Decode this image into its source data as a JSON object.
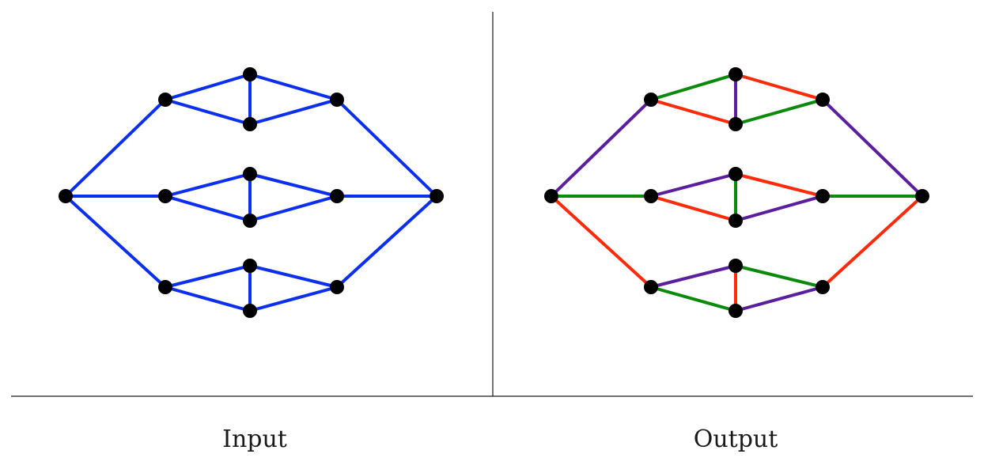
{
  "captions": {
    "input": "Input",
    "output": "Output"
  },
  "colors": {
    "input_edge": "#0a2ff0",
    "red": "#ff2a0a",
    "green": "#0a8a0a",
    "purple": "#5a1e9e",
    "node": "#000000",
    "divider": "#1a1a1a"
  },
  "graph": {
    "nodes": [
      "L",
      "R",
      "A1",
      "B1",
      "C1",
      "D1",
      "A2",
      "B2",
      "C2",
      "D2",
      "A3",
      "B3",
      "C3",
      "D3"
    ],
    "edges": [
      {
        "from": "L",
        "to": "A1",
        "output_color": "purple"
      },
      {
        "from": "L",
        "to": "A2",
        "output_color": "green"
      },
      {
        "from": "L",
        "to": "A3",
        "output_color": "red"
      },
      {
        "from": "A1",
        "to": "B1",
        "output_color": "green"
      },
      {
        "from": "A1",
        "to": "C1",
        "output_color": "red"
      },
      {
        "from": "B1",
        "to": "C1",
        "output_color": "purple"
      },
      {
        "from": "B1",
        "to": "D1",
        "output_color": "red"
      },
      {
        "from": "C1",
        "to": "D1",
        "output_color": "green"
      },
      {
        "from": "D1",
        "to": "R",
        "output_color": "purple"
      },
      {
        "from": "A2",
        "to": "B2",
        "output_color": "purple"
      },
      {
        "from": "A2",
        "to": "C2",
        "output_color": "red"
      },
      {
        "from": "B2",
        "to": "C2",
        "output_color": "green"
      },
      {
        "from": "B2",
        "to": "D2",
        "output_color": "red"
      },
      {
        "from": "C2",
        "to": "D2",
        "output_color": "purple"
      },
      {
        "from": "D2",
        "to": "R",
        "output_color": "green"
      },
      {
        "from": "A3",
        "to": "B3",
        "output_color": "purple"
      },
      {
        "from": "A3",
        "to": "C3",
        "output_color": "green"
      },
      {
        "from": "B3",
        "to": "C3",
        "output_color": "red"
      },
      {
        "from": "B3",
        "to": "D3",
        "output_color": "green"
      },
      {
        "from": "C3",
        "to": "D3",
        "output_color": "purple"
      },
      {
        "from": "D3",
        "to": "R",
        "output_color": "red"
      }
    ]
  }
}
